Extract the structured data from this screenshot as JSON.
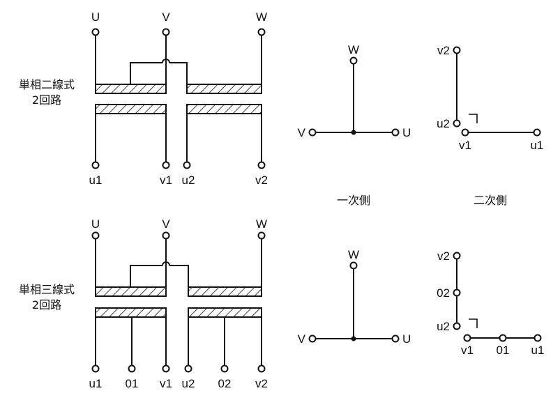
{
  "top": {
    "caption_line1": "単相二線式",
    "caption_line2": "2回路",
    "primary_terminals": [
      "U",
      "V",
      "W"
    ],
    "secondary_terminals": [
      "u1",
      "v1",
      "u2",
      "v2"
    ],
    "primary_vector": {
      "top": "W",
      "left": "V",
      "right": "U"
    },
    "secondary_vector": {
      "top": "v2",
      "corner": "u2",
      "bottom_left": "v1",
      "bottom_right": "u1"
    }
  },
  "bottom": {
    "caption_line1": "単相三線式",
    "caption_line2": "2回路",
    "primary_terminals": [
      "U",
      "V",
      "W"
    ],
    "secondary_terminals": [
      "u1",
      "01",
      "v1",
      "u2",
      "02",
      "v2"
    ],
    "primary_vector": {
      "top": "W",
      "left": "V",
      "right": "U"
    },
    "secondary_vector": {
      "top": "v2",
      "mid": "02",
      "corner": "u2",
      "bottom_left": "v1",
      "bottom_mid": "01",
      "bottom_right": "u1"
    }
  },
  "side_labels": {
    "primary": "一次側",
    "secondary": "二次側"
  },
  "colors": {
    "line": "#111111",
    "background": "#ffffff"
  }
}
